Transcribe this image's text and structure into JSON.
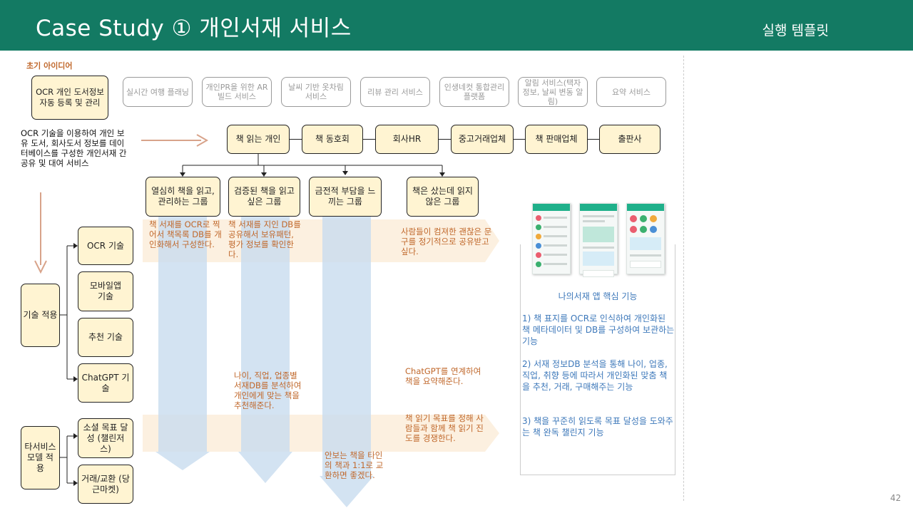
{
  "header": {
    "title": "Case Study ① 개인서재 서비스",
    "subtitle": "실행 템플릿"
  },
  "initial_idea": {
    "label": "초기 아이디어",
    "main": "OCR 개인 도서정보 자동 등록 및 관리",
    "description": "OCR 기술을 이용하여 개인 보유 도서, 회사도서 정보를 데이터베이스를 구성한 개인서재 간 공유 및 대여 서비스"
  },
  "idea_options": [
    "실시간 여행 플래닝",
    "개인PR을 위한 AR 빌드 서비스",
    "날씨 기반 옷차림 서비스",
    "리뷰 관리 서비스",
    "인생네컷 통합관리 플랫폼",
    "알림 서비스(택자 정보, 날씨 변동 알림)",
    "요약 서비스"
  ],
  "customers": [
    "책 읽는 개인",
    "책 동호회",
    "회사HR",
    "중고거래업체",
    "책 판매업체",
    "출판사"
  ],
  "groups": [
    "열심히 책을 읽고, 관리하는 그룹",
    "검증된 책을 읽고 싶은 그룹",
    "금전적 부담을 느끼는 그룹",
    "책은 샀는데 읽지 않은 그룹"
  ],
  "tech": {
    "label": "기술 적용",
    "items": [
      "OCR 기술",
      "모바일앱 기술",
      "추천 기술",
      "ChatGPT 기술"
    ]
  },
  "other_model": {
    "label": "타서비스 모델 적용",
    "items": [
      "소셜 목표 달성 (챌린저스)",
      "거래/교환 (당근마켓)"
    ]
  },
  "notes": {
    "n1": "책 서재를 OCR로 찍어서 책목록 DB를 개인화해서 구성한다.",
    "n2": "책 서재를 지인 DB를 공유해서 보유패턴, 평가 정보를 확인한다.",
    "n3": "사람들이 컴져한 괜찮은 문구를 정기적으로 공유받고 싶다.",
    "n4": "나이, 직업, 업종별 서재DB를 분석하여 개인에게 맞는 책을 추천해준다.",
    "n5": "ChatGPT를 연계하여 책을 요약해준다.",
    "n6": "책 읽기 목표를 정해 사람들과 함께 책 읽기 진도를 경쟁한다.",
    "n7": "안보는 책을 타인의 책과 1:1로 교환하면 좋겠다."
  },
  "core": {
    "title": "나의서재 앱 핵심 기능",
    "f1": "1) 책 표지를 OCR로 인식하여 개인화된 책 메타데이터 및 DB를 구성하여 보관하는 기능",
    "f2": "2) 서재 정보DB 분석을 통해 나이, 업종, 직업, 취향 등에 따라서 개인화된 맞춤 책을 추천, 거래, 구매해주는 기능",
    "f3": "3) 책을 꾸준히 읽도록 목표 달성을 도와주는 책 완독 챌린지 기능"
  },
  "page_number": "42",
  "colors": {
    "header": "#137a63",
    "yellow_box": "#fff4d2",
    "orange_text": "#c0672a",
    "blue_text": "#3d78ba"
  }
}
